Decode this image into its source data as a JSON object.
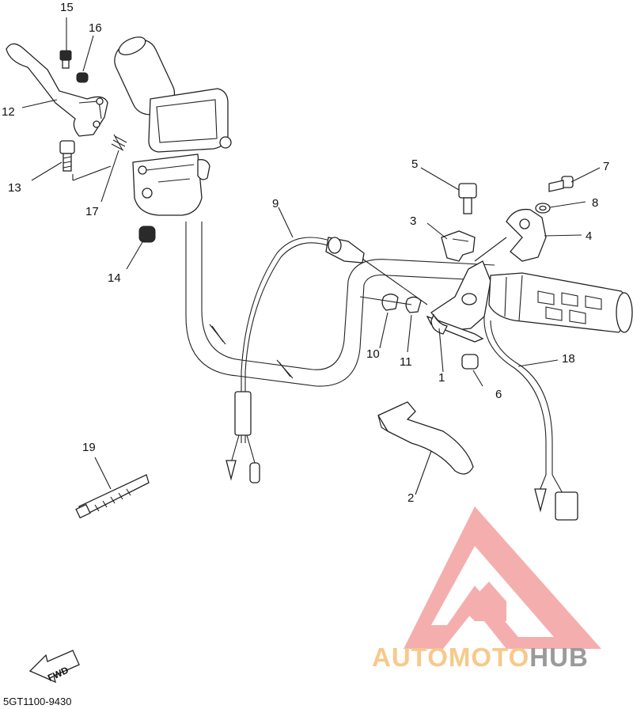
{
  "diagram": {
    "part_code": "5GT1100-9430",
    "fwd_label": "FWD",
    "callouts": [
      {
        "id": "1",
        "label": "1"
      },
      {
        "id": "2",
        "label": "2"
      },
      {
        "id": "3",
        "label": "3"
      },
      {
        "id": "4",
        "label": "4"
      },
      {
        "id": "5",
        "label": "5"
      },
      {
        "id": "6",
        "label": "6"
      },
      {
        "id": "7",
        "label": "7"
      },
      {
        "id": "8",
        "label": "8"
      },
      {
        "id": "9",
        "label": "9"
      },
      {
        "id": "10",
        "label": "10"
      },
      {
        "id": "11",
        "label": "11"
      },
      {
        "id": "12",
        "label": "12"
      },
      {
        "id": "13",
        "label": "13"
      },
      {
        "id": "14",
        "label": "14"
      },
      {
        "id": "15",
        "label": "15"
      },
      {
        "id": "16",
        "label": "16"
      },
      {
        "id": "17",
        "label": "17"
      },
      {
        "id": "18",
        "label": "18"
      },
      {
        "id": "19",
        "label": "19"
      }
    ]
  },
  "watermark": {
    "text_part1": "AUTOMOTO",
    "text_part2": "HUB",
    "color_primary": "#f4a0a0",
    "color_accent": "#f7c98a",
    "color_secondary": "#9a9a9a"
  }
}
